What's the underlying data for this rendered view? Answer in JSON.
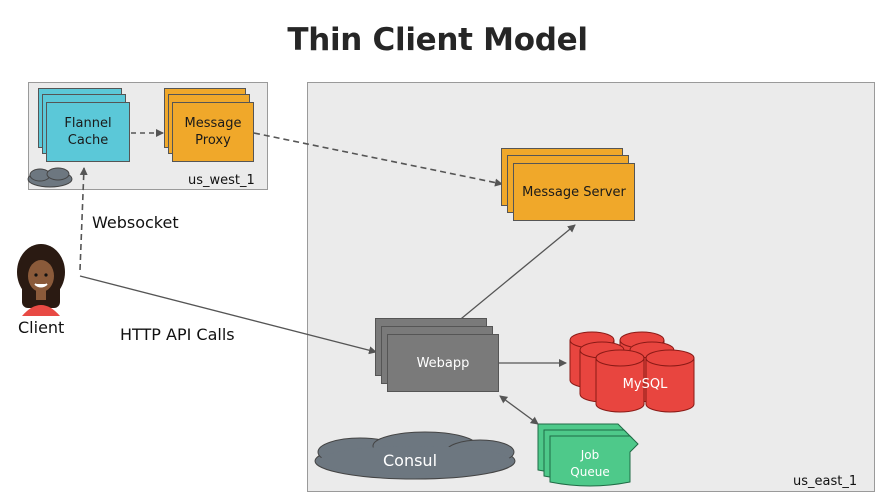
{
  "title": "Thin Client Model",
  "regions": {
    "west_label": "us_west_1",
    "east_label": "us_east_1"
  },
  "nodes": {
    "flannel_cache": "Flannel\nCache",
    "message_proxy": "Message\nProxy",
    "message_server": "Message Server",
    "webapp": "Webapp",
    "mysql": "MySQL",
    "job_queue": "Job\nQueue",
    "consul": "Consul"
  },
  "labels": {
    "websocket": "Websocket",
    "client": "Client",
    "http_api": "HTTP API Calls"
  },
  "colors": {
    "flannel": "#5bc8d8",
    "proxy": "#f0a82a",
    "webapp": "#7a7a7a",
    "mysql": "#e8453f",
    "job_queue": "#4ec98a",
    "consul": "#6d7780"
  }
}
